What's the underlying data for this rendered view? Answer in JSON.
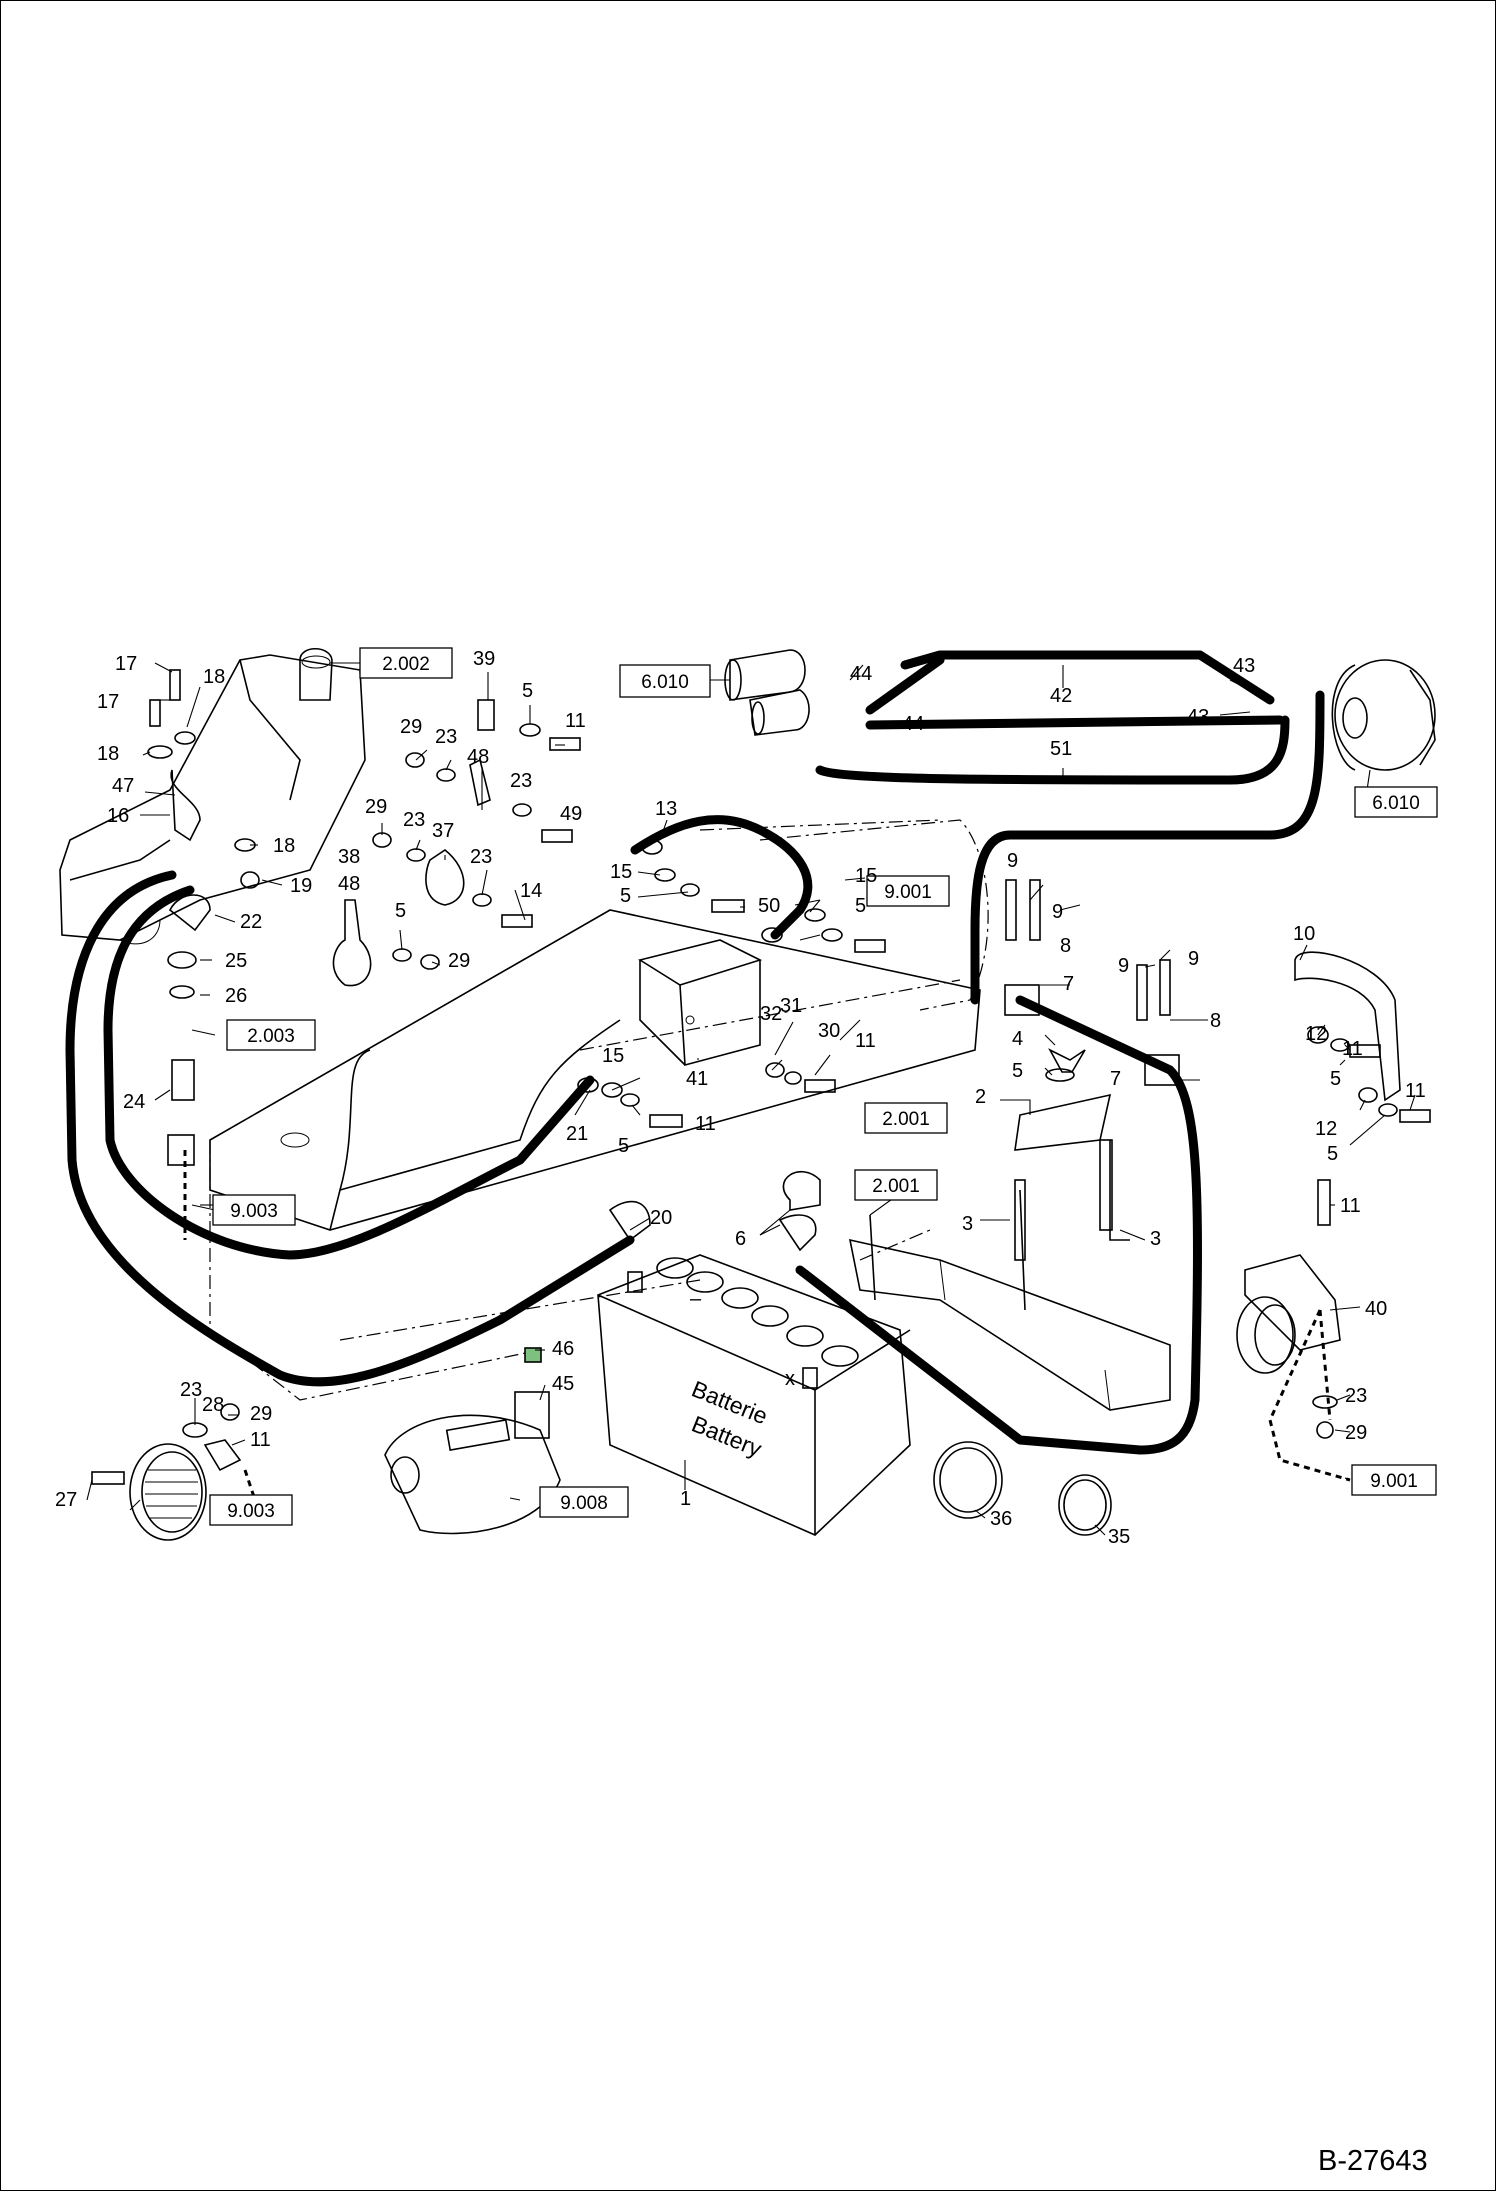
{
  "document_number": "B-27643",
  "battery_text": [
    "Batterie",
    "Battery"
  ],
  "ref_boxes": [
    "2.002",
    "6.010",
    "6.010",
    "9.001",
    "2.003",
    "2.001",
    "2.001",
    "9.003",
    "9.003",
    "9.008",
    "9.001"
  ],
  "callouts": [
    "17",
    "17",
    "18",
    "18",
    "47",
    "16",
    "18",
    "19",
    "22",
    "25",
    "26",
    "24",
    "29",
    "23",
    "48",
    "39",
    "5",
    "11",
    "23",
    "49",
    "29",
    "23",
    "37",
    "38",
    "48",
    "23",
    "14",
    "5",
    "29",
    "13",
    "15",
    "5",
    "50",
    "44",
    "44",
    "42",
    "51",
    "43",
    "43",
    "32",
    "31",
    "30",
    "15",
    "5",
    "11",
    "41",
    "15",
    "5",
    "11",
    "21",
    "9",
    "9",
    "8",
    "7",
    "9",
    "9",
    "8",
    "7",
    "10",
    "12",
    "11",
    "5",
    "12",
    "11",
    "5",
    "4",
    "5",
    "2",
    "3",
    "3",
    "6",
    "20",
    "46",
    "45",
    "1",
    "36",
    "35",
    "11",
    "40",
    "23",
    "29",
    "23",
    "29",
    "28",
    "11",
    "27"
  ]
}
